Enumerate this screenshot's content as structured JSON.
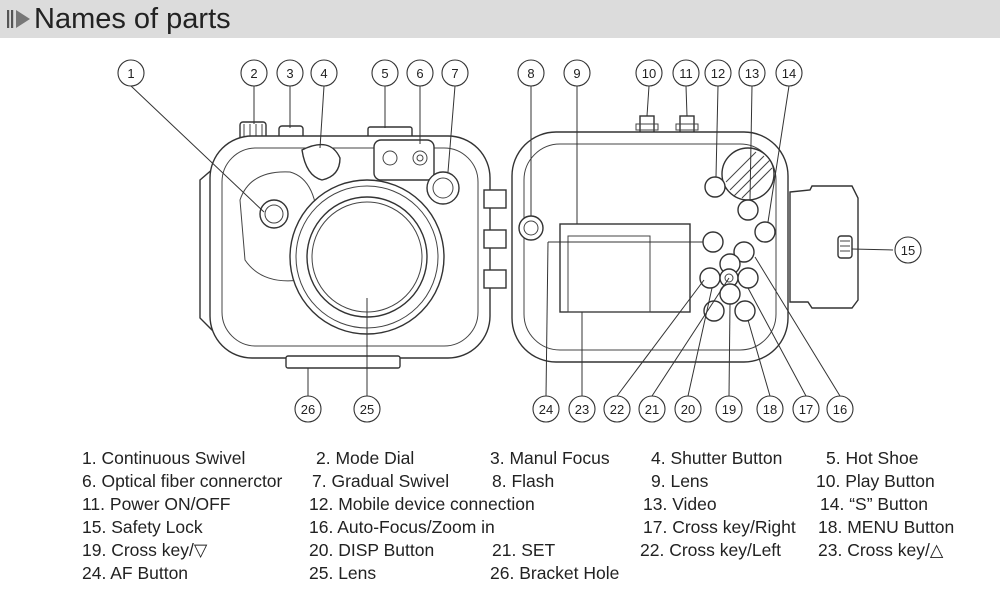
{
  "header": {
    "title": "Names of parts",
    "background": "#dcdcdc",
    "icon": "double-bar-triangle-icon"
  },
  "callouts": [
    "1",
    "2",
    "3",
    "4",
    "5",
    "6",
    "7",
    "8",
    "9",
    "10",
    "11",
    "12",
    "13",
    "14",
    "15",
    "16",
    "17",
    "18",
    "19",
    "20",
    "21",
    "22",
    "23",
    "24",
    "25",
    "26"
  ],
  "legend": [
    {
      "text": "1. Continuous Swivel"
    },
    {
      "text": "2. Mode Dial"
    },
    {
      "text": "3. Manul Focus"
    },
    {
      "text": "4. Shutter Button"
    },
    {
      "text": "5. Hot Shoe"
    },
    {
      "text": "6. Optical fiber connerctor"
    },
    {
      "text": "7. Gradual Swivel"
    },
    {
      "text": "8. Flash"
    },
    {
      "text": "9. Lens"
    },
    {
      "text": "10. Play Button"
    },
    {
      "text": "11. Power ON/OFF"
    },
    {
      "text": "12. Mobile device connection"
    },
    {
      "text": "13. Video"
    },
    {
      "text": "14. “S” Button"
    },
    {
      "text": "15. Safety Lock"
    },
    {
      "text": "16. Auto-Focus/Zoom in"
    },
    {
      "text": "17. Cross key/Right"
    },
    {
      "text": "18. MENU Button"
    },
    {
      "text": "19. Cross key/▽"
    },
    {
      "text": "20. DISP Button"
    },
    {
      "text": "21. SET"
    },
    {
      "text": "22. Cross key/Left"
    },
    {
      "text": "23. Cross key/△"
    },
    {
      "text": "24. AF Button"
    },
    {
      "text": "25. Lens"
    },
    {
      "text": "26. Bracket Hole"
    }
  ]
}
